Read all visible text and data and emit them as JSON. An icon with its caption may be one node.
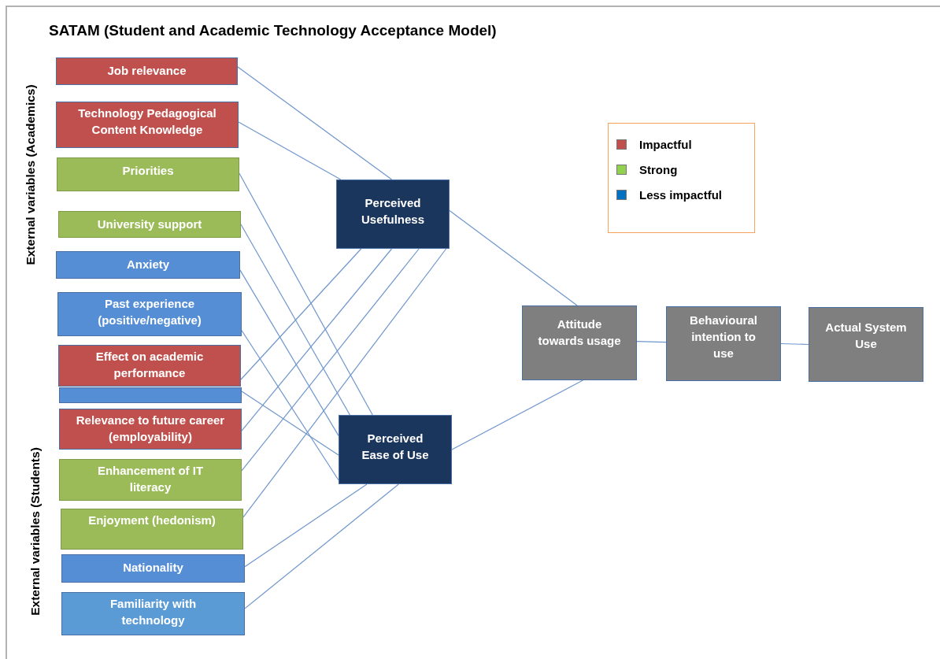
{
  "diagram": {
    "title": "SATAM (Student and Academic Technology Acceptance Model)",
    "nodes": [
      {
        "text": [
          "Job relevance"
        ]
      },
      {
        "text": [
          "Technology Pedagogical Content Knowledge"
        ]
      },
      {
        "text": [
          "Priorities"
        ]
      },
      {
        "text": [
          "University support"
        ]
      },
      {
        "text": [
          "Anxiety"
        ]
      },
      {
        "text": [
          "Past experience (positive/negative)"
        ]
      },
      {
        "text": [
          "Effect on academic performance"
        ]
      },
      {
        "text": [],
        "shape": "bar"
      },
      {
        "text": [
          "Relevance to future career (employability)"
        ]
      },
      {
        "text": [
          "Enhancement of IT literacy"
        ]
      },
      {
        "text": [
          "Enjoyment (hedonism)"
        ]
      },
      {
        "text": [
          "Nationality"
        ]
      },
      {
        "text": [
          "Familiarity with technology"
        ]
      },
      {
        "text": [
          "Perceived Usefulness"
        ]
      },
      {
        "text": [
          "Perceived Ease of Use"
        ]
      },
      {
        "text": [
          "Attitude towards usage"
        ]
      },
      {
        "text": [
          "Behavioural intention to use"
        ]
      },
      {
        "text": [
          "Actual System Use"
        ]
      }
    ],
    "edges": [
      {
        "from": 0,
        "to": 13,
        "arrow": "none"
      },
      {
        "from": 1,
        "to": 13,
        "arrow": "none"
      },
      {
        "from": 2,
        "to": 14,
        "arrow": "none"
      },
      {
        "from": 3,
        "to": 14,
        "arrow": "none"
      },
      {
        "from": 4,
        "to": 14,
        "arrow": "none"
      },
      {
        "from": 5,
        "to": 14,
        "arrow": "none"
      },
      {
        "from": 6,
        "to": 13,
        "arrow": "none"
      },
      {
        "from": 7,
        "to": 14,
        "arrow": "none"
      },
      {
        "from": 8,
        "to": 13,
        "arrow": "none"
      },
      {
        "from": 9,
        "to": 13,
        "arrow": "none"
      },
      {
        "from": 10,
        "to": 13,
        "arrow": "none"
      },
      {
        "from": 11,
        "to": 14,
        "arrow": "none"
      },
      {
        "from": 12,
        "to": 14,
        "arrow": "none"
      },
      {
        "from": 13,
        "to": 15,
        "arrow": "none"
      },
      {
        "from": 14,
        "to": 15,
        "arrow": "none"
      },
      {
        "from": 15,
        "to": 16,
        "arrow": "none"
      },
      {
        "from": 16,
        "to": 17,
        "arrow": "none"
      }
    ],
    "labels": [
      "External variables (Academics)",
      "External variables (Students)"
    ],
    "legend": [
      {
        "text": "Impactful",
        "color": "#c0504d"
      },
      {
        "text": "Strong",
        "color": "#92d050"
      },
      {
        "text": "Less impactful",
        "color": "#0070c0"
      }
    ]
  }
}
